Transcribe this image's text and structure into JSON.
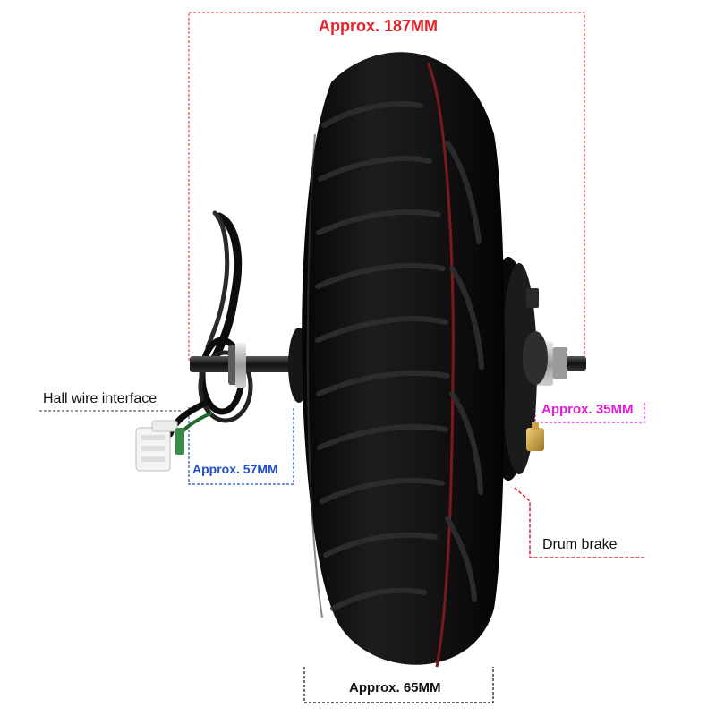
{
  "labels": {
    "width": "Approx. 187MM",
    "axle_right": "Approx. 35MM",
    "axle_left": "Approx. 57MM",
    "tire_width": "Approx. 65MM",
    "hall_wire": "Hall wire interface",
    "drum_brake": "Drum brake"
  },
  "colors": {
    "width_label": "#e8202a",
    "axle_right_label": "#e21bd6",
    "axle_left_label": "#1f4fc8",
    "tire_width_label": "#111111",
    "drum_brake_line": "#d81f2a",
    "tire": "#121212",
    "tire_stripe": "#7a1a1e"
  },
  "icons": {
    "wheel": "hub-motor-wheel-image",
    "connector": "hall-wire-connector-image",
    "brake": "drum-brake-image"
  }
}
